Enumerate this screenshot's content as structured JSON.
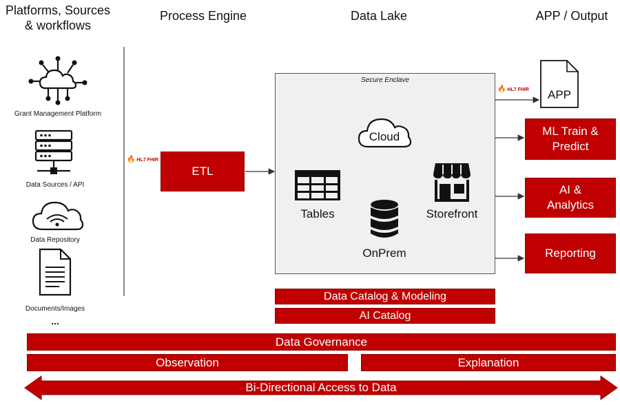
{
  "headers": {
    "platforms": "Platforms, Sources & workflows",
    "process": "Process Engine",
    "lake": "Data Lake",
    "output": "APP / Output"
  },
  "sources": [
    {
      "label": "Grant Management Platform",
      "icon": "cloud-network-icon"
    },
    {
      "label": "Data Sources / API",
      "icon": "server-icon"
    },
    {
      "label": "Data Repository",
      "icon": "wifi-cloud-icon"
    },
    {
      "label": "Documents/Images",
      "icon": "document-icon"
    }
  ],
  "sources_more": "...",
  "fhir_badge": "HL7 FHIR",
  "etl": "ETL",
  "enclave": {
    "title": "Secure Enclave",
    "cloud": "Cloud",
    "tables": "Tables",
    "storefront": "Storefront",
    "onprem": "OnPrem"
  },
  "outputs": {
    "app": "APP",
    "ml": "ML Train & Predict",
    "ai": "AI & Analytics",
    "reporting": "Reporting"
  },
  "catalogs": {
    "data_catalog": "Data Catalog & Modeling",
    "ai_catalog": "AI Catalog"
  },
  "bands": {
    "governance": "Data Governance",
    "observation": "Observation",
    "explanation": "Explanation",
    "access": "Bi-Directional Access to Data"
  },
  "colors": {
    "accent": "#c00000",
    "enclave_bg": "#f0f0f0"
  }
}
